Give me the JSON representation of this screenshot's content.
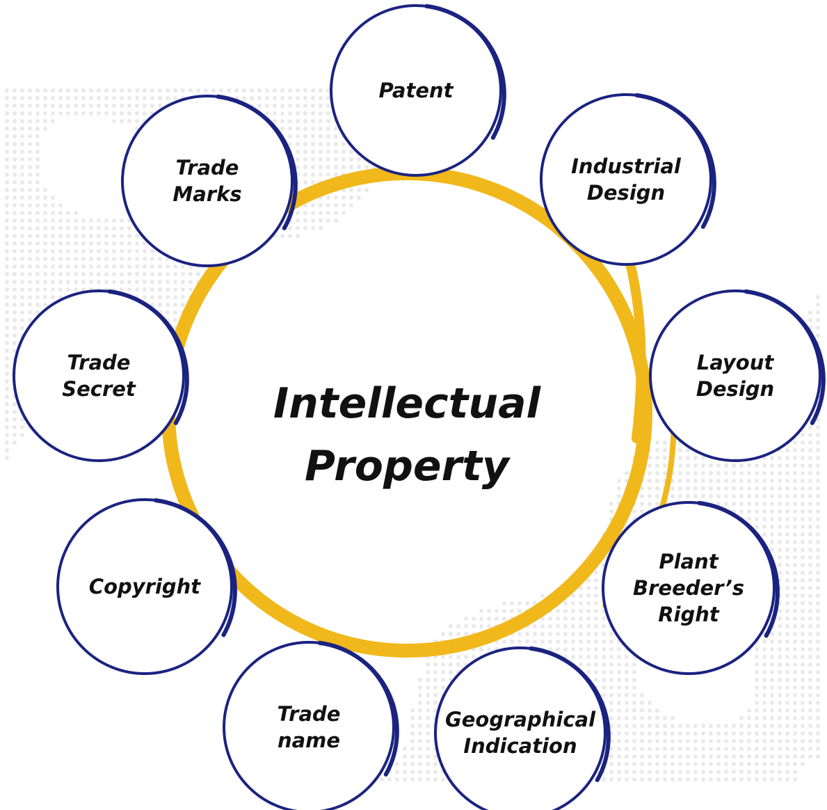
{
  "center": {
    "line1": "Intellectual",
    "line2": "Property",
    "ring_color": "#f0b81b"
  },
  "node_color": "#1b2380",
  "background_dot_color": "#e9e9e9",
  "nodes": [
    {
      "id": "patent",
      "lines": [
        "Patent"
      ]
    },
    {
      "id": "industrial-design",
      "lines": [
        "Industrial",
        "Design"
      ]
    },
    {
      "id": "layout-design",
      "lines": [
        "Layout",
        "Design"
      ]
    },
    {
      "id": "plant-breeders-right",
      "lines": [
        "Plant",
        "Breeder’s",
        "Right"
      ]
    },
    {
      "id": "geographical-indication",
      "lines": [
        "Geographical",
        "Indication"
      ]
    },
    {
      "id": "trade-name",
      "lines": [
        "Trade",
        "name"
      ]
    },
    {
      "id": "copyright",
      "lines": [
        "Copyright"
      ]
    },
    {
      "id": "trade-secret",
      "lines": [
        "Trade",
        "Secret"
      ]
    },
    {
      "id": "trade-marks",
      "lines": [
        "Trade",
        "Marks"
      ]
    }
  ]
}
